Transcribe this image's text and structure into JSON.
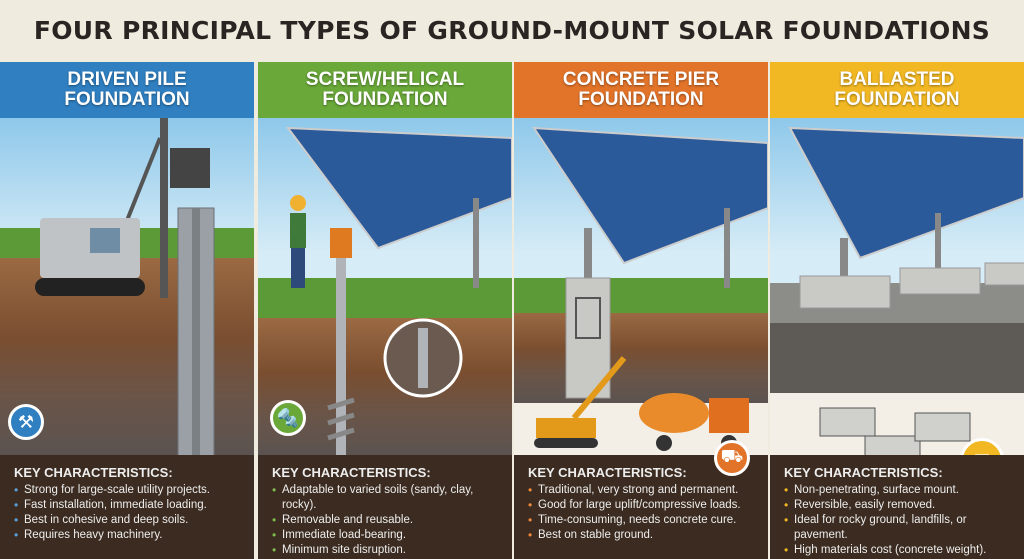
{
  "title": "FOUR PRINCIPAL TYPES OF GROUND-MOUNT SOLAR FOUNDATIONS",
  "columns": [
    {
      "title_line1": "DRIVEN PILE",
      "title_line2": "FOUNDATION",
      "color": "#2f7fc1",
      "icon": "hammer-icon",
      "heading": "KEY CHARACTERISTICS:",
      "bullets": [
        "Strong for large-scale utility projects.",
        "Fast installation, immediate loading.",
        "Best in cohesive and deep soils.",
        "Requires heavy machinery."
      ]
    },
    {
      "title_line1": "SCREW/HELICAL",
      "title_line2": "FOUNDATION",
      "color": "#6aa83a",
      "icon": "screw-icon",
      "heading": "KEY CHARACTERISTICS:",
      "bullets": [
        "Adaptable to varied soils (sandy, clay, rocky).",
        "Removable and reusable.",
        "Immediate load-bearing.",
        "Minimum site disruption."
      ]
    },
    {
      "title_line1": "CONCRETE PIER",
      "title_line2": "FOUNDATION",
      "color": "#e2742a",
      "icon": "cement-mixer-icon",
      "heading": "KEY CHARACTERISTICS:",
      "bullets": [
        "Traditional, very strong and permanent.",
        "Good for large uplift/compressive loads.",
        "Time-consuming, needs concrete cure.",
        "Best on stable ground."
      ]
    },
    {
      "title_line1": "BALLASTED",
      "title_line2": "FOUNDATION",
      "color": "#f2b824",
      "icon": "concrete-block-icon",
      "heading": "KEY CHARACTERISTICS:",
      "bullets": [
        "Non-penetrating, surface mount.",
        "Reversible, easily removed.",
        "Ideal for rocky ground, landfills, or pavement.",
        "High materials cost (concrete weight)."
      ]
    }
  ]
}
